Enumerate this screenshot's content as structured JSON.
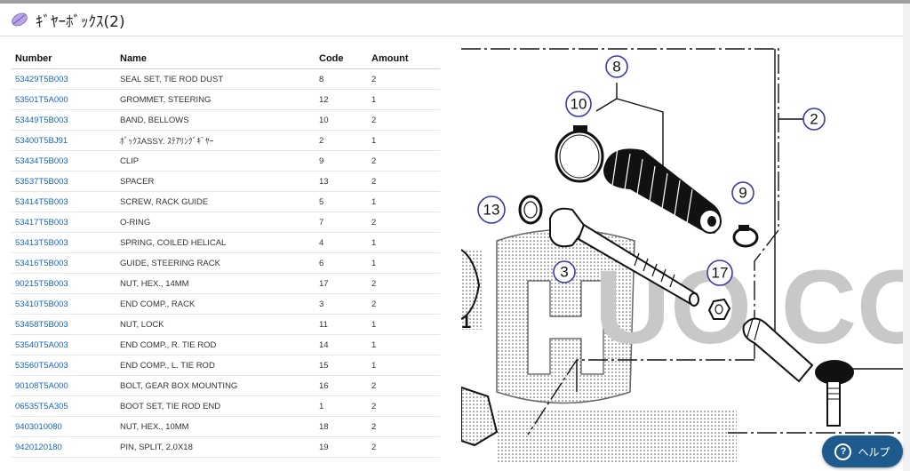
{
  "header": {
    "title": "ｷﾞﾔｰﾎﾞｯｸｽ(2)"
  },
  "table": {
    "columns": [
      "Number",
      "Name",
      "Code",
      "Amount"
    ],
    "rows": [
      {
        "number": "53429T5B003",
        "name": "SEAL SET, TIE ROD DUST",
        "code": "8",
        "amount": "2"
      },
      {
        "number": "53501T5A000",
        "name": "GROMMET, STEERING",
        "code": "12",
        "amount": "1"
      },
      {
        "number": "53449T5B003",
        "name": "BAND, BELLOWS",
        "code": "10",
        "amount": "2"
      },
      {
        "number": "53400T5BJ91",
        "name": "ﾎﾞｯｸｽASSY. ｽﾃｱﾘﾝｸﾞｷﾞﾔｰ",
        "code": "2",
        "amount": "1"
      },
      {
        "number": "53434T5B003",
        "name": "CLIP",
        "code": "9",
        "amount": "2"
      },
      {
        "number": "53537T5B003",
        "name": "SPACER",
        "code": "13",
        "amount": "2"
      },
      {
        "number": "53414T5B003",
        "name": "SCREW, RACK GUIDE",
        "code": "5",
        "amount": "1"
      },
      {
        "number": "53417T5B003",
        "name": "O-RING",
        "code": "7",
        "amount": "2"
      },
      {
        "number": "53413T5B003",
        "name": "SPRING, COILED HELICAL",
        "code": "4",
        "amount": "1"
      },
      {
        "number": "53416T5B003",
        "name": "GUIDE, STEERING RACK",
        "code": "6",
        "amount": "1"
      },
      {
        "number": "90215T5B003",
        "name": "NUT, HEX., 14MM",
        "code": "17",
        "amount": "2"
      },
      {
        "number": "53410T5B003",
        "name": "END COMP., RACK",
        "code": "3",
        "amount": "2"
      },
      {
        "number": "53458T5B003",
        "name": "NUT, LOCK",
        "code": "11",
        "amount": "1"
      },
      {
        "number": "53540T5A003",
        "name": "END COMP., R. TIE ROD",
        "code": "14",
        "amount": "1"
      },
      {
        "number": "53560T5A003",
        "name": "END COMP., L. TIE ROD",
        "code": "15",
        "amount": "1"
      },
      {
        "number": "90108T5A000",
        "name": "BOLT, GEAR BOX MOUNTING",
        "code": "16",
        "amount": "2"
      },
      {
        "number": "06535T5A305",
        "name": "BOOT SET, TIE ROD END",
        "code": "1",
        "amount": "2"
      },
      {
        "number": "9403010080",
        "name": "NUT, HEX., 10MM",
        "code": "18",
        "amount": "2"
      },
      {
        "number": "9420120180",
        "name": "PIN, SPLIT, 2.0X18",
        "code": "19",
        "amount": "2"
      }
    ]
  },
  "diagram": {
    "callouts": [
      {
        "label": "8"
      },
      {
        "label": "10"
      },
      {
        "label": "2"
      },
      {
        "label": "13"
      },
      {
        "label": "9"
      },
      {
        "label": "3"
      },
      {
        "label": "17"
      }
    ],
    "edge_label": "1",
    "watermark": "UO.COM"
  },
  "help": {
    "label": "ヘルプ",
    "icon": "question-circle-icon"
  },
  "colors": {
    "link": "#1565c0",
    "help_bg": "#1e5a8c",
    "callout_stroke": "#3a3aa8"
  }
}
